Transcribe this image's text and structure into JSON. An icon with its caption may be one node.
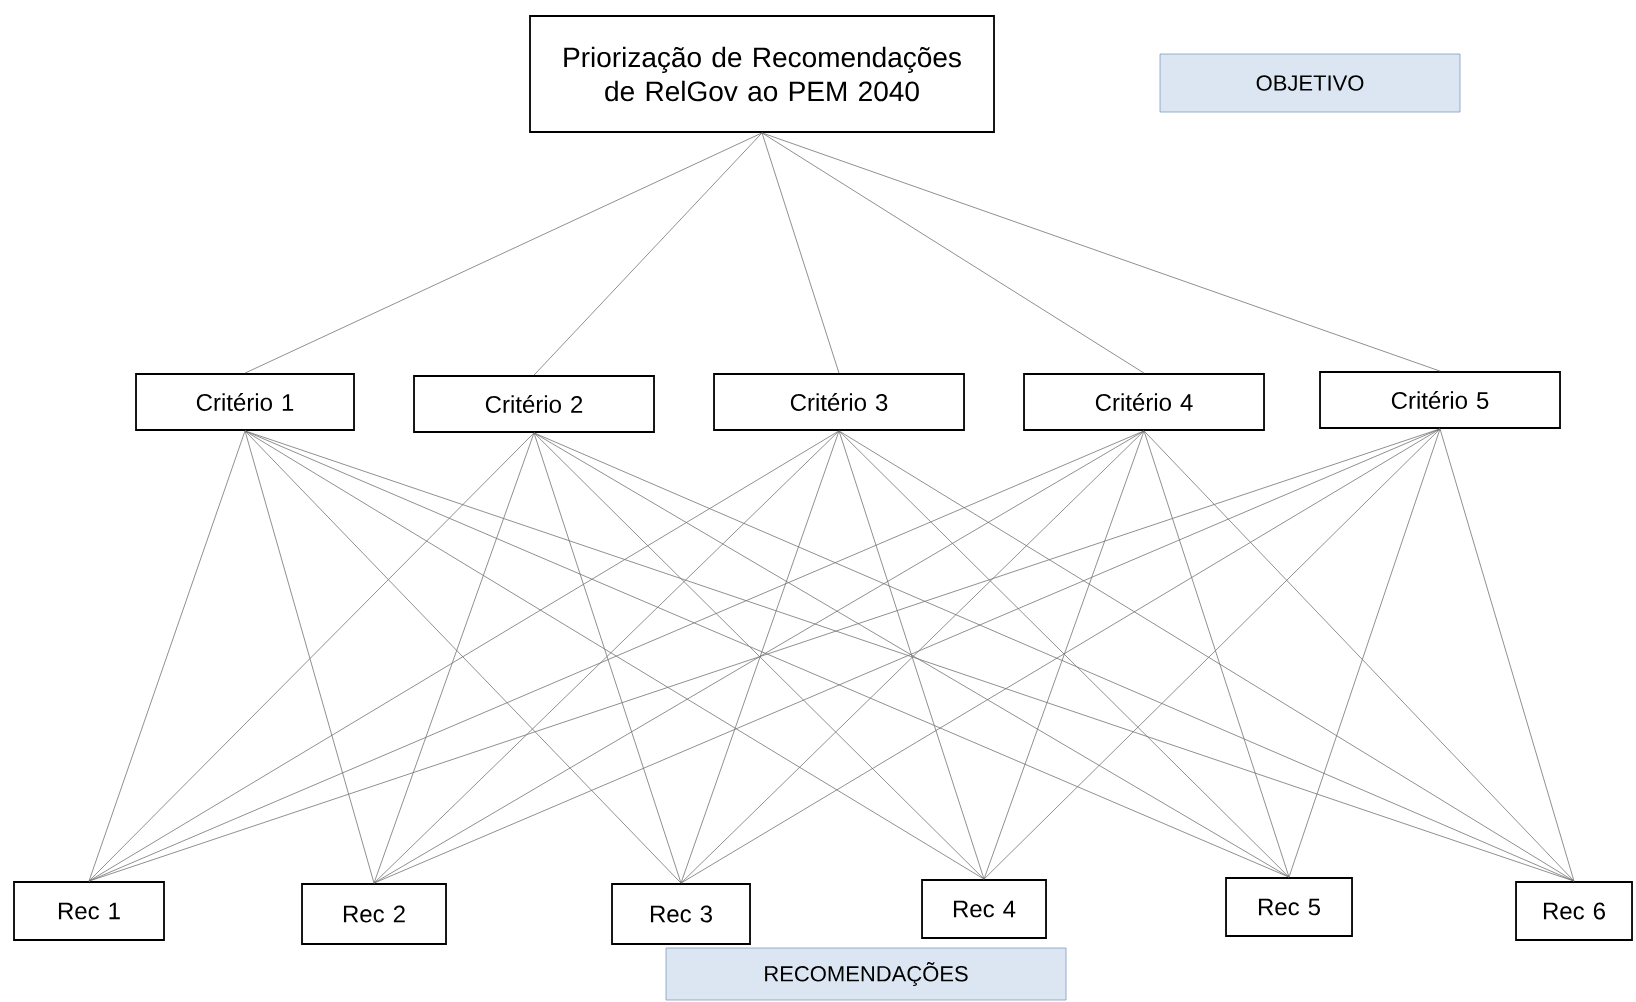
{
  "diagram": {
    "nodes": [
      {
        "text": [
          "Priorização de Recomendações de RelGov ao PEM 2040"
        ]
      },
      {
        "text": [
          "OBJETIVO"
        ]
      },
      {
        "text": [
          "Critério 1"
        ]
      },
      {
        "text": [
          "Critério 2"
        ]
      },
      {
        "text": [
          "Critério 3"
        ]
      },
      {
        "text": [
          "Critério 4"
        ]
      },
      {
        "text": [
          "Critério 5"
        ]
      },
      {
        "text": [
          "Rec 1"
        ]
      },
      {
        "text": [
          "Rec 2"
        ]
      },
      {
        "text": [
          "Rec 3"
        ]
      },
      {
        "text": [
          "Rec 4"
        ]
      },
      {
        "text": [
          "Rec 5"
        ]
      },
      {
        "text": [
          "Rec 6"
        ]
      },
      {
        "text": [
          "RECOMENDAÇÕES"
        ]
      }
    ],
    "edges": [
      {
        "from": 0,
        "to": 2,
        "arrow": "none"
      },
      {
        "from": 0,
        "to": 3,
        "arrow": "none"
      },
      {
        "from": 0,
        "to": 4,
        "arrow": "none"
      },
      {
        "from": 0,
        "to": 5,
        "arrow": "none"
      },
      {
        "from": 0,
        "to": 6,
        "arrow": "none"
      },
      {
        "from": 2,
        "to": 7,
        "arrow": "none"
      },
      {
        "from": 2,
        "to": 8,
        "arrow": "none"
      },
      {
        "from": 2,
        "to": 9,
        "arrow": "none"
      },
      {
        "from": 2,
        "to": 10,
        "arrow": "none"
      },
      {
        "from": 2,
        "to": 11,
        "arrow": "none"
      },
      {
        "from": 2,
        "to": 12,
        "arrow": "none"
      },
      {
        "from": 3,
        "to": 7,
        "arrow": "none"
      },
      {
        "from": 3,
        "to": 8,
        "arrow": "none"
      },
      {
        "from": 3,
        "to": 9,
        "arrow": "none"
      },
      {
        "from": 3,
        "to": 10,
        "arrow": "none"
      },
      {
        "from": 3,
        "to": 11,
        "arrow": "none"
      },
      {
        "from": 3,
        "to": 12,
        "arrow": "none"
      },
      {
        "from": 4,
        "to": 7,
        "arrow": "none"
      },
      {
        "from": 4,
        "to": 8,
        "arrow": "none"
      },
      {
        "from": 4,
        "to": 9,
        "arrow": "none"
      },
      {
        "from": 4,
        "to": 10,
        "arrow": "none"
      },
      {
        "from": 4,
        "to": 11,
        "arrow": "none"
      },
      {
        "from": 4,
        "to": 12,
        "arrow": "none"
      },
      {
        "from": 5,
        "to": 7,
        "arrow": "none"
      },
      {
        "from": 5,
        "to": 8,
        "arrow": "none"
      },
      {
        "from": 5,
        "to": 9,
        "arrow": "none"
      },
      {
        "from": 5,
        "to": 10,
        "arrow": "none"
      },
      {
        "from": 5,
        "to": 11,
        "arrow": "none"
      },
      {
        "from": 5,
        "to": 12,
        "arrow": "none"
      },
      {
        "from": 6,
        "to": 7,
        "arrow": "none"
      },
      {
        "from": 6,
        "to": 8,
        "arrow": "none"
      },
      {
        "from": 6,
        "to": 9,
        "arrow": "none"
      },
      {
        "from": 6,
        "to": 10,
        "arrow": "none"
      },
      {
        "from": 6,
        "to": 11,
        "arrow": "none"
      },
      {
        "from": 6,
        "to": 12,
        "arrow": "none"
      }
    ]
  }
}
